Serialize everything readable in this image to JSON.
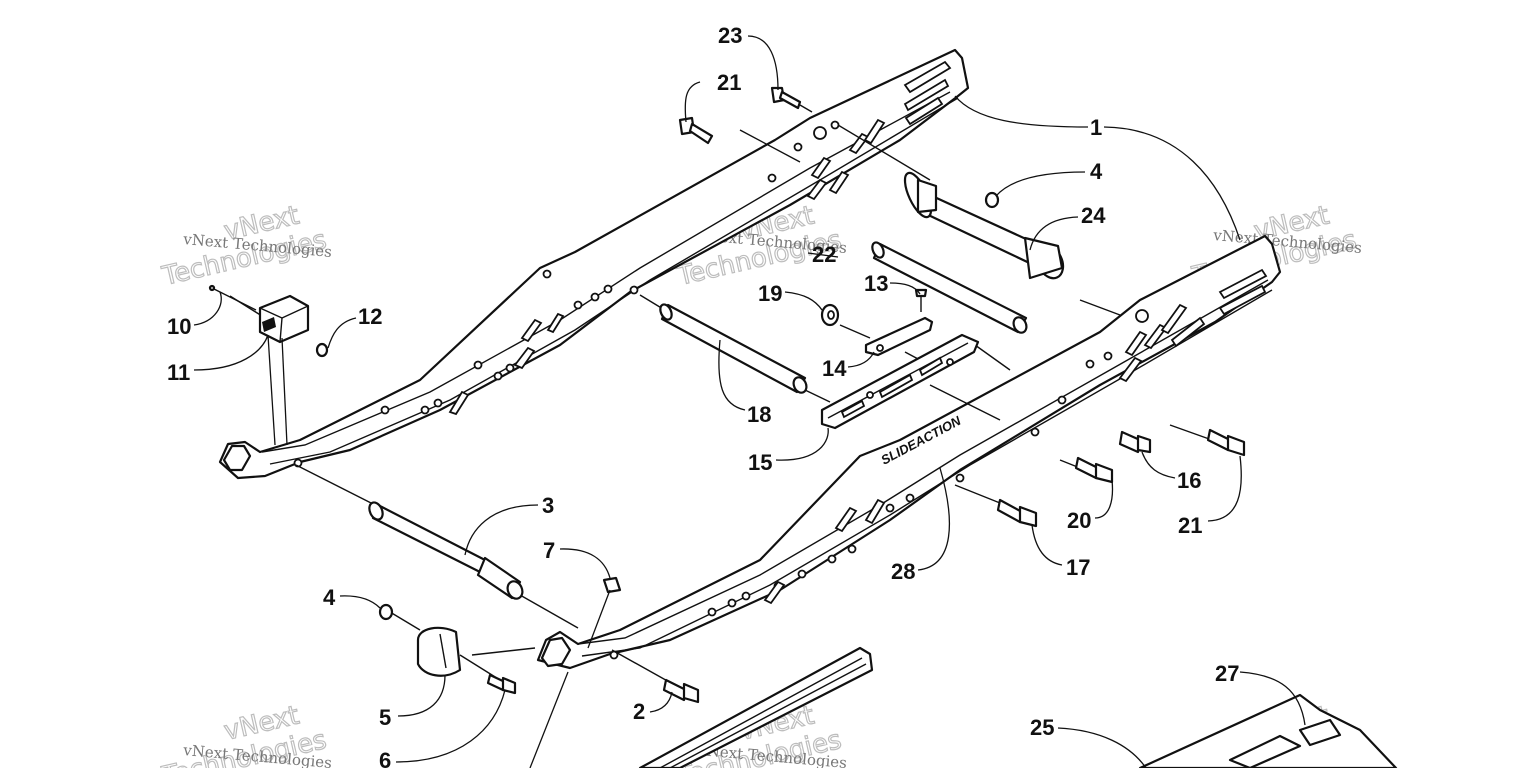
{
  "callouts": [
    {
      "label": "23"
    },
    {
      "label": "21"
    },
    {
      "label": "1"
    },
    {
      "label": "4"
    },
    {
      "label": "24"
    },
    {
      "label": "22"
    },
    {
      "label": "13"
    },
    {
      "label": "19"
    },
    {
      "label": "10"
    },
    {
      "label": "12"
    },
    {
      "label": "11"
    },
    {
      "label": "14"
    },
    {
      "label": "18"
    },
    {
      "label": "15"
    },
    {
      "label": "16"
    },
    {
      "label": "21"
    },
    {
      "label": "20"
    },
    {
      "label": "17"
    },
    {
      "label": "28"
    },
    {
      "label": "3"
    },
    {
      "label": "7"
    },
    {
      "label": "4"
    },
    {
      "label": "5"
    },
    {
      "label": "2"
    },
    {
      "label": "6"
    },
    {
      "label": "27"
    },
    {
      "label": "25"
    }
  ],
  "watermark": {
    "company": "vNext Technologies",
    "word1": "vNext",
    "word2": "Technologies"
  },
  "logo_text": "SLIDEACTION"
}
